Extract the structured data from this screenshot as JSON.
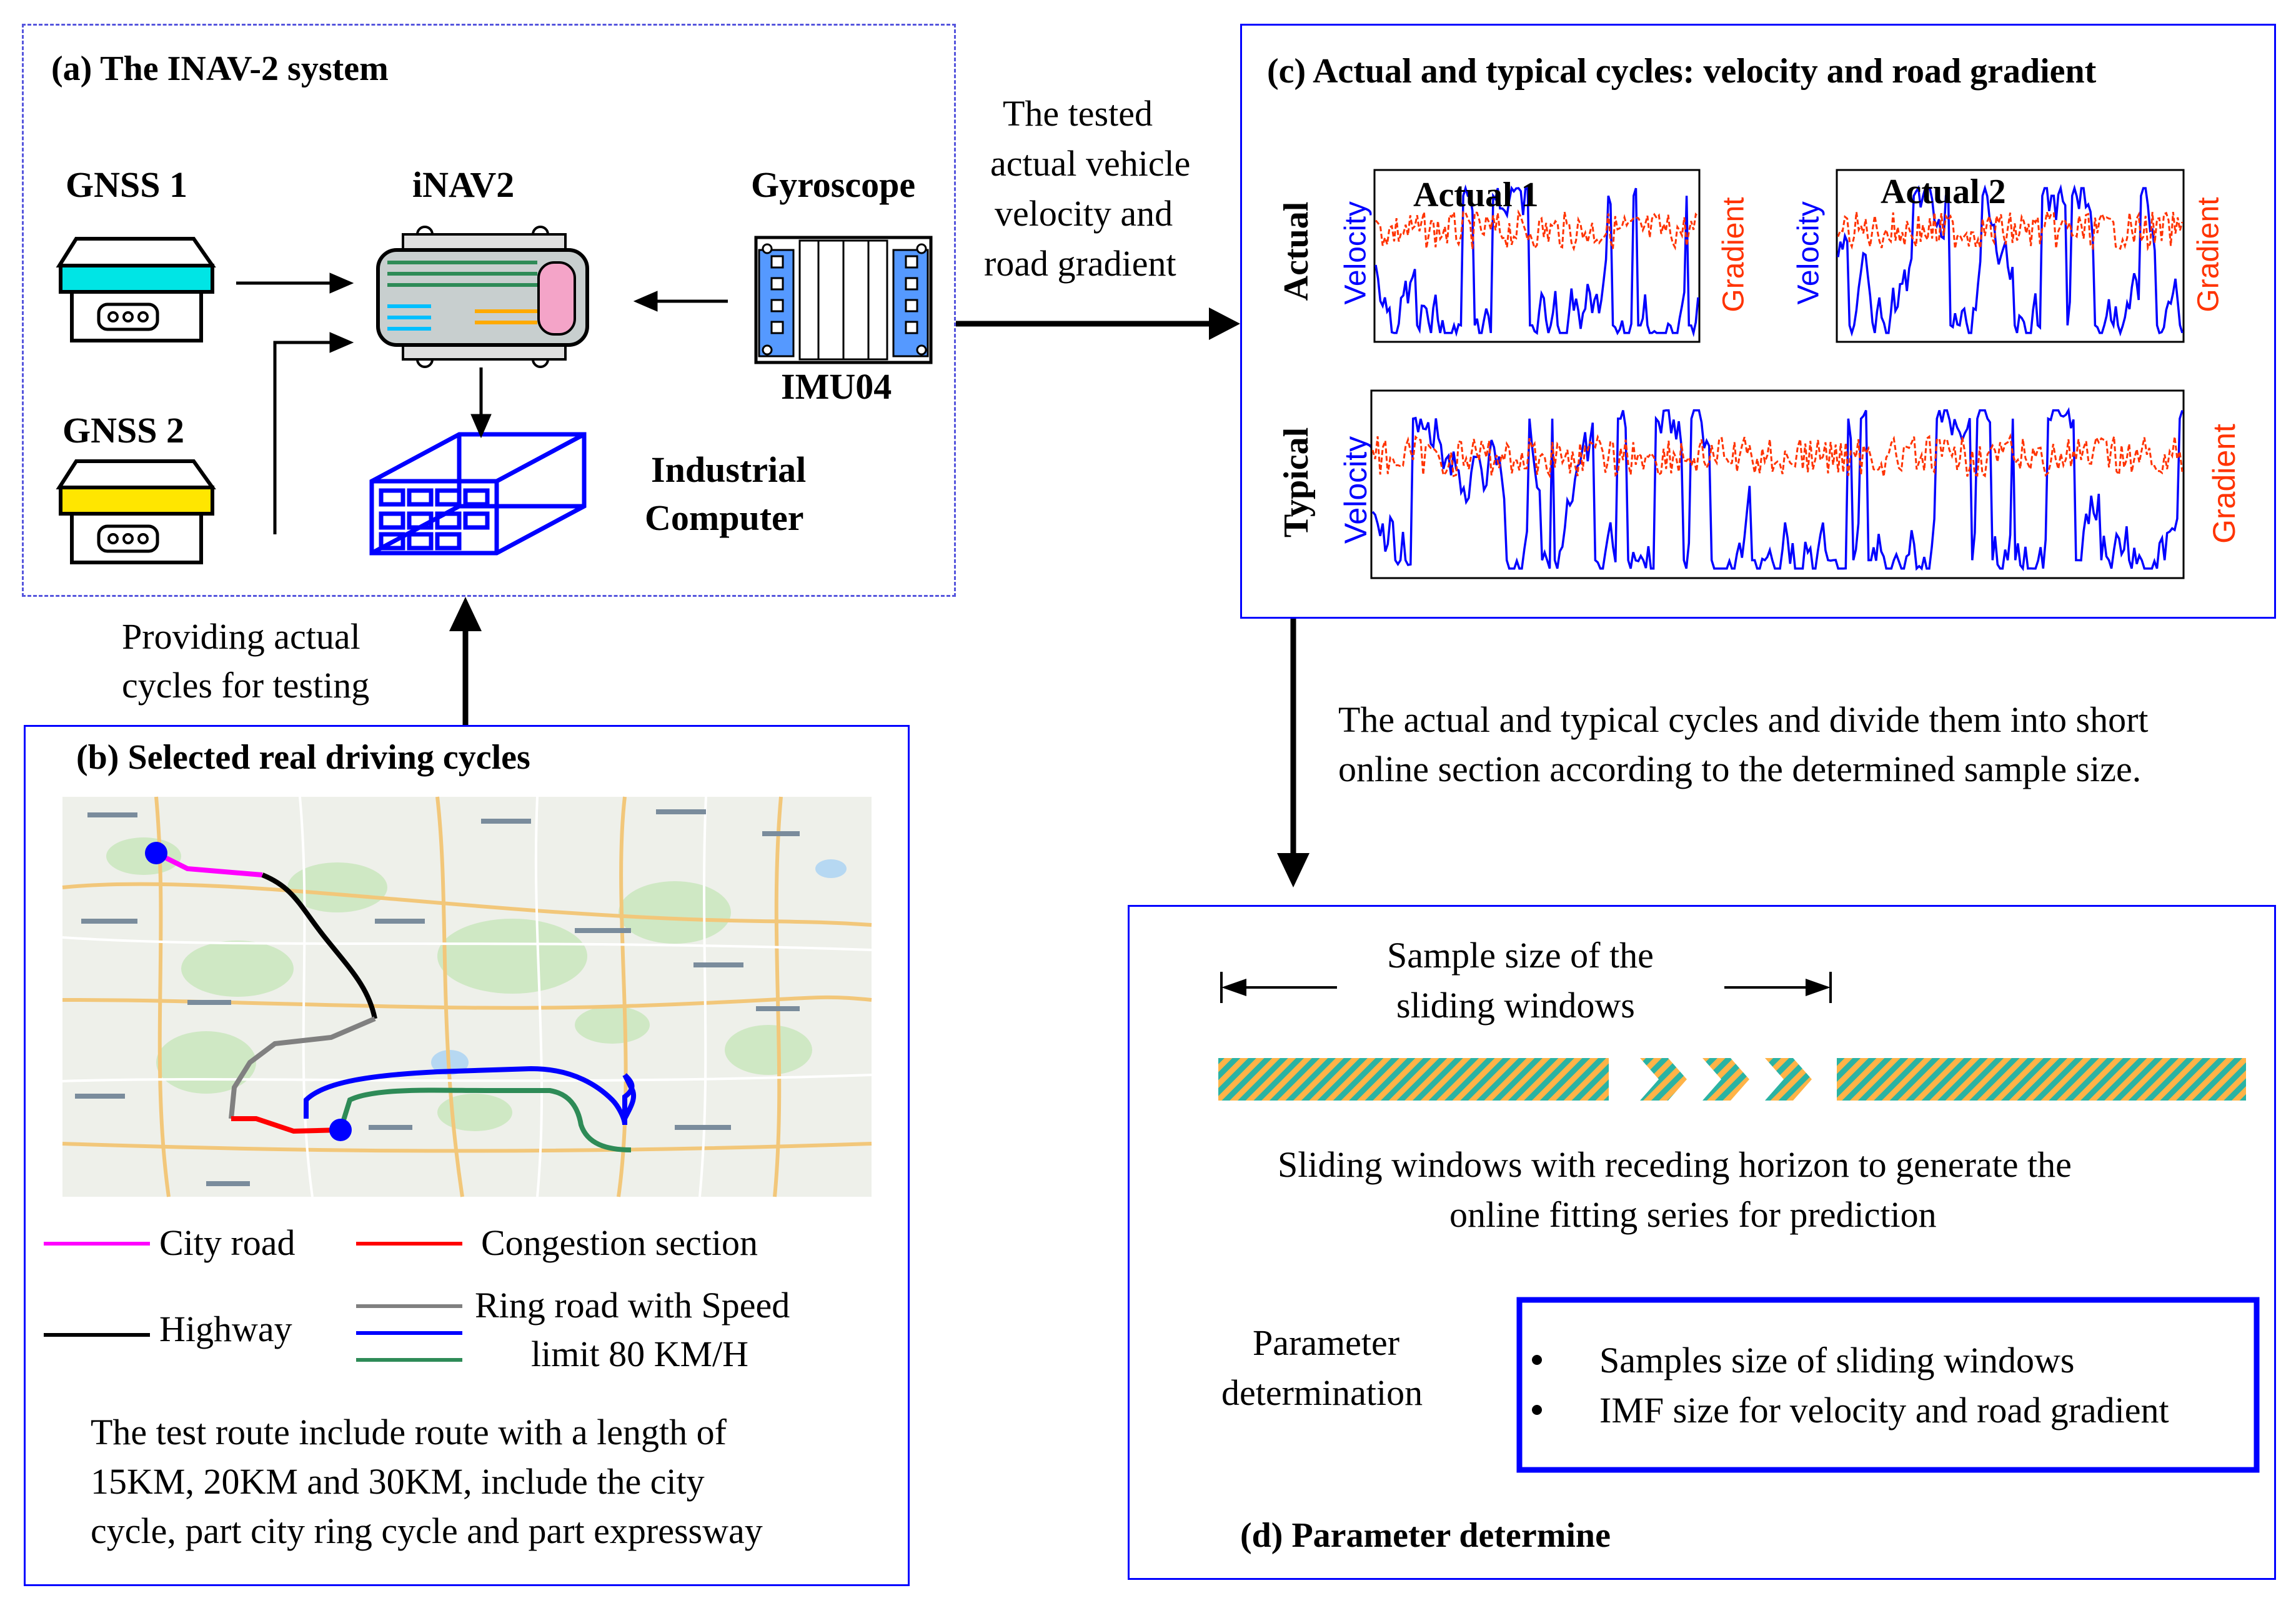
{
  "panel_a": {
    "title": "(a) The INAV-2 system",
    "gnss1": "GNSS 1",
    "gnss2": "GNSS 2",
    "inav": "iNAV2",
    "gyroscope": "Gyroscope",
    "imu": "IMU04",
    "computer_line1": "Industrial",
    "computer_line2": "Computer"
  },
  "arrow_a_to_c": {
    "line1": "The tested",
    "line2": "actual vehicle",
    "line3": "velocity and",
    "line4": "road gradient"
  },
  "arrow_b_to_a": {
    "line1": "Providing actual",
    "line2": "cycles for testing"
  },
  "panel_b": {
    "title": "(b) Selected real driving cycles",
    "legend": [
      {
        "label": "City road",
        "color": "#ff00ff"
      },
      {
        "label": "Congestion section",
        "color": "#ff0000"
      },
      {
        "label": "Highway",
        "color": "#000000"
      },
      {
        "label": "Ring road with Speed",
        "color": "#808080"
      },
      {
        "label": "limit 80 KM/H",
        "color": "#0000ff"
      }
    ],
    "ring_colors": [
      "#808080",
      "#0000ff",
      "#2e8b57"
    ],
    "desc_line1": "The test route include route with a length of",
    "desc_line2": "15KM, 20KM and 30KM, include the city",
    "desc_line3": "cycle, part city ring cycle and part expressway"
  },
  "panel_c": {
    "title": "(c)  Actual and typical cycles: velocity and road gradient",
    "row_actual": "Actual",
    "row_typical": "Typical",
    "actual1": "Actual 1",
    "actual2": "Actual 2",
    "velocity": "Velocity",
    "gradient": "Gradient",
    "velocity_color": "#0000ff",
    "gradient_color": "#ff3300"
  },
  "arrow_c_to_d": {
    "line1": "The actual and typical cycles and divide them into short",
    "line2": "online section according to the determined sample size."
  },
  "panel_d": {
    "title": "(d) Parameter determine",
    "sample_line1": "Sample size of the",
    "sample_line2": "sliding windows",
    "sliding_line1": "Sliding windows with receding horizon to generate the",
    "sliding_line2": "online fitting series for prediction",
    "param_line1": "Parameter",
    "param_line2": "determination",
    "bullets": [
      "Samples size of sliding windows",
      "IMF size for velocity and road gradient"
    ]
  }
}
